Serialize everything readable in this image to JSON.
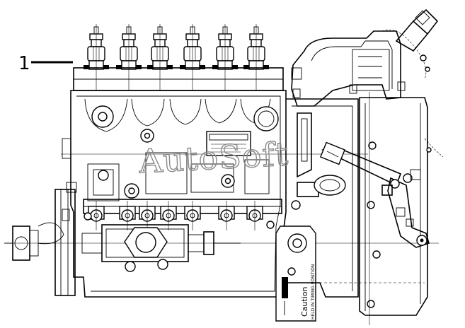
{
  "callout": {
    "number": "1"
  },
  "watermark": {
    "text": "AutoSoft"
  },
  "caution_tag": {
    "title": "Caution",
    "subtitle": "HELD IN TIMING POSITION"
  },
  "colors": {
    "ink": "#000000",
    "watermark": "#8a8a8a",
    "paper": "#ffffff"
  }
}
